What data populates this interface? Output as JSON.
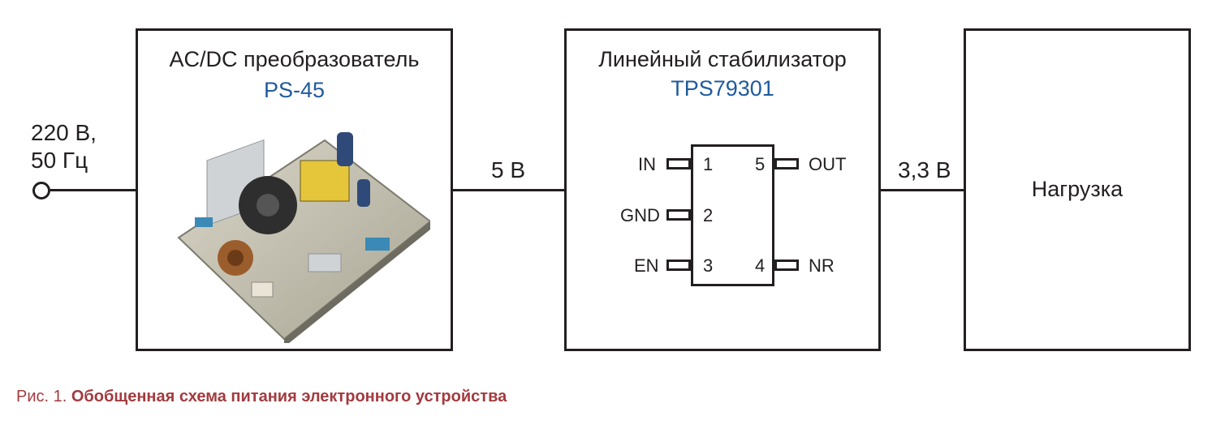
{
  "input": {
    "voltage": "220 В,",
    "frequency": "50 Гц"
  },
  "converter": {
    "title": "AC/DC преобразователь",
    "model": "PS-45"
  },
  "link1": {
    "label": "5 В"
  },
  "regulator": {
    "title": "Линейный стабилизатор",
    "model": "TPS79301",
    "pins": [
      {
        "name": "IN",
        "num": "1"
      },
      {
        "name": "GND",
        "num": "2"
      },
      {
        "name": "EN",
        "num": "3"
      },
      {
        "name": "NR",
        "num": "4"
      },
      {
        "name": "OUT",
        "num": "5"
      }
    ]
  },
  "link2": {
    "label": "3,3 В"
  },
  "load": {
    "title": "Нагрузка"
  },
  "caption": {
    "prefix": "Рис. 1.",
    "text": "Обобщенная схема питания электронного устройства"
  },
  "colors": {
    "line": "#231f20",
    "accent": "#1f5a9e",
    "caption": "#a23b3f"
  }
}
